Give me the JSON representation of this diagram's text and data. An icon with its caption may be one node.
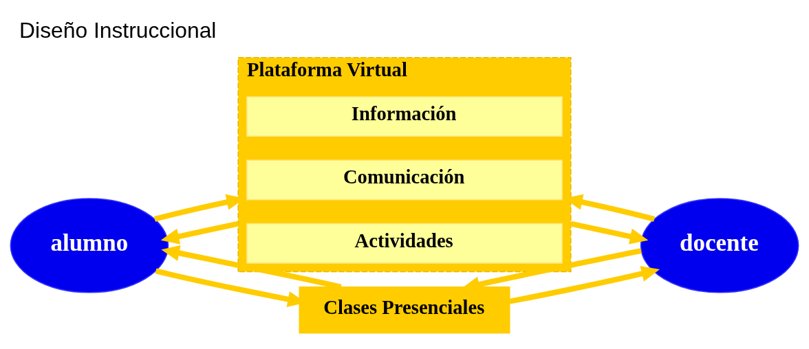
{
  "diagram": {
    "title": "Diseño Instruccional",
    "nodes": [
      {
        "text": [
          "alumno"
        ]
      },
      {
        "text": [
          "Plataforma Virtual"
        ]
      },
      {
        "text": [
          "Información"
        ],
        "in": 1
      },
      {
        "text": [
          "Comunicación"
        ],
        "in": 1
      },
      {
        "text": [
          "Actividades"
        ],
        "in": 1
      },
      {
        "text": [
          "docente"
        ]
      },
      {
        "text": [
          "Clases Presenciales"
        ]
      }
    ],
    "edges": [
      {
        "from": 1,
        "to": 0,
        "arrow": "to"
      },
      {
        "from": 0,
        "to": 1,
        "arrow": "to"
      },
      {
        "from": 1,
        "to": 5,
        "arrow": "to"
      },
      {
        "from": 5,
        "to": 1,
        "arrow": "to"
      },
      {
        "from": 6,
        "to": 0,
        "arrow": "to"
      },
      {
        "from": 0,
        "to": 6,
        "arrow": "to"
      },
      {
        "from": 6,
        "to": 5,
        "arrow": "to"
      },
      {
        "from": 5,
        "to": 6,
        "arrow": "to"
      }
    ]
  }
}
